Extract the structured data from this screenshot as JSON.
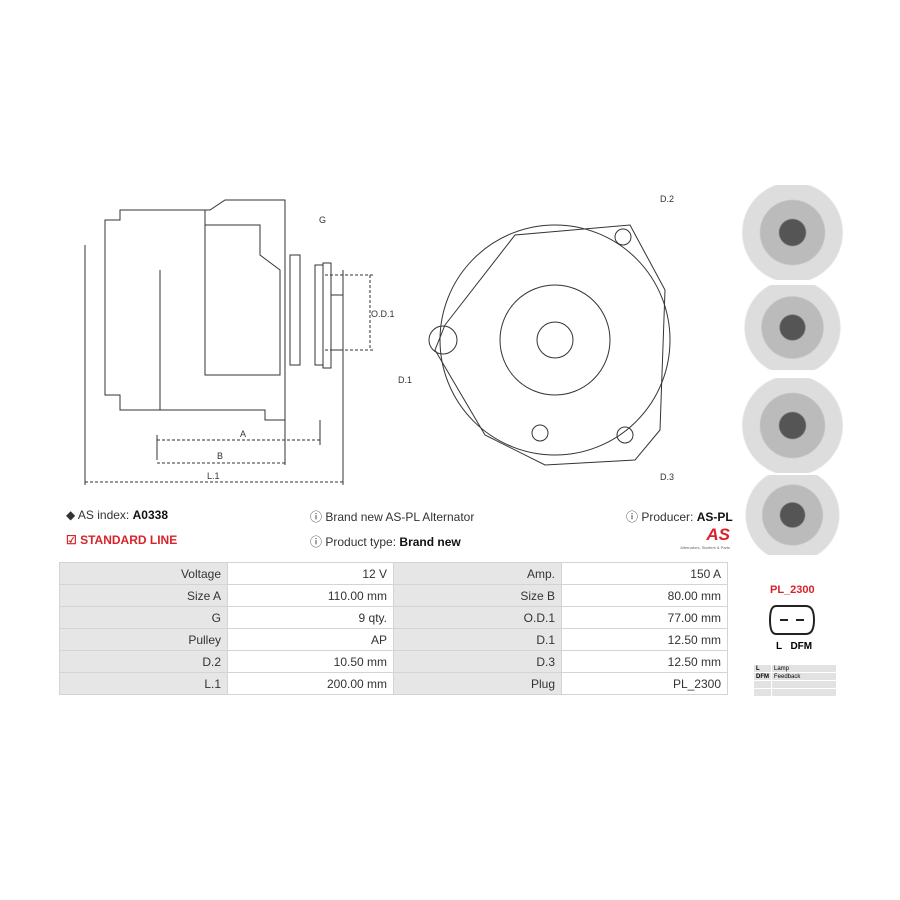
{
  "drawing": {
    "labels": {
      "g": "G",
      "od1": "O.D.1",
      "a": "A",
      "b": "B",
      "l1": "L.1",
      "d1": "D.1",
      "d2": "D.2",
      "d3": "D.3"
    }
  },
  "info": {
    "as_index_label": "AS index:",
    "as_index": "A0338",
    "line": "STANDARD LINE",
    "description": "Brand new AS-PL Alternator",
    "product_type_label": "Product type:",
    "product_type": "Brand new",
    "producer_label": "Producer:",
    "producer": "AS-PL",
    "logo_text": "AS",
    "logo_tagline": "Alternators, Starters & Parts"
  },
  "specs": [
    [
      "Voltage",
      "12 V",
      "Amp.",
      "150 A"
    ],
    [
      "Size A",
      "110.00 mm",
      "Size B",
      "80.00 mm"
    ],
    [
      "G",
      "9 qty.",
      "O.D.1",
      "77.00 mm"
    ],
    [
      "Pulley",
      "AP",
      "D.1",
      "12.50 mm"
    ],
    [
      "D.2",
      "10.50 mm",
      "D.3",
      "12.50 mm"
    ],
    [
      "L.1",
      "200.00 mm",
      "Plug",
      "PL_2300"
    ]
  ],
  "plug": {
    "name": "PL_2300",
    "pins": [
      "L",
      "DFM"
    ],
    "legend": [
      [
        "L",
        "Lamp"
      ],
      [
        "DFM",
        "Feedback"
      ],
      [
        "",
        ""
      ],
      [
        "",
        ""
      ]
    ]
  },
  "colors": {
    "accent": "#d8232a"
  }
}
